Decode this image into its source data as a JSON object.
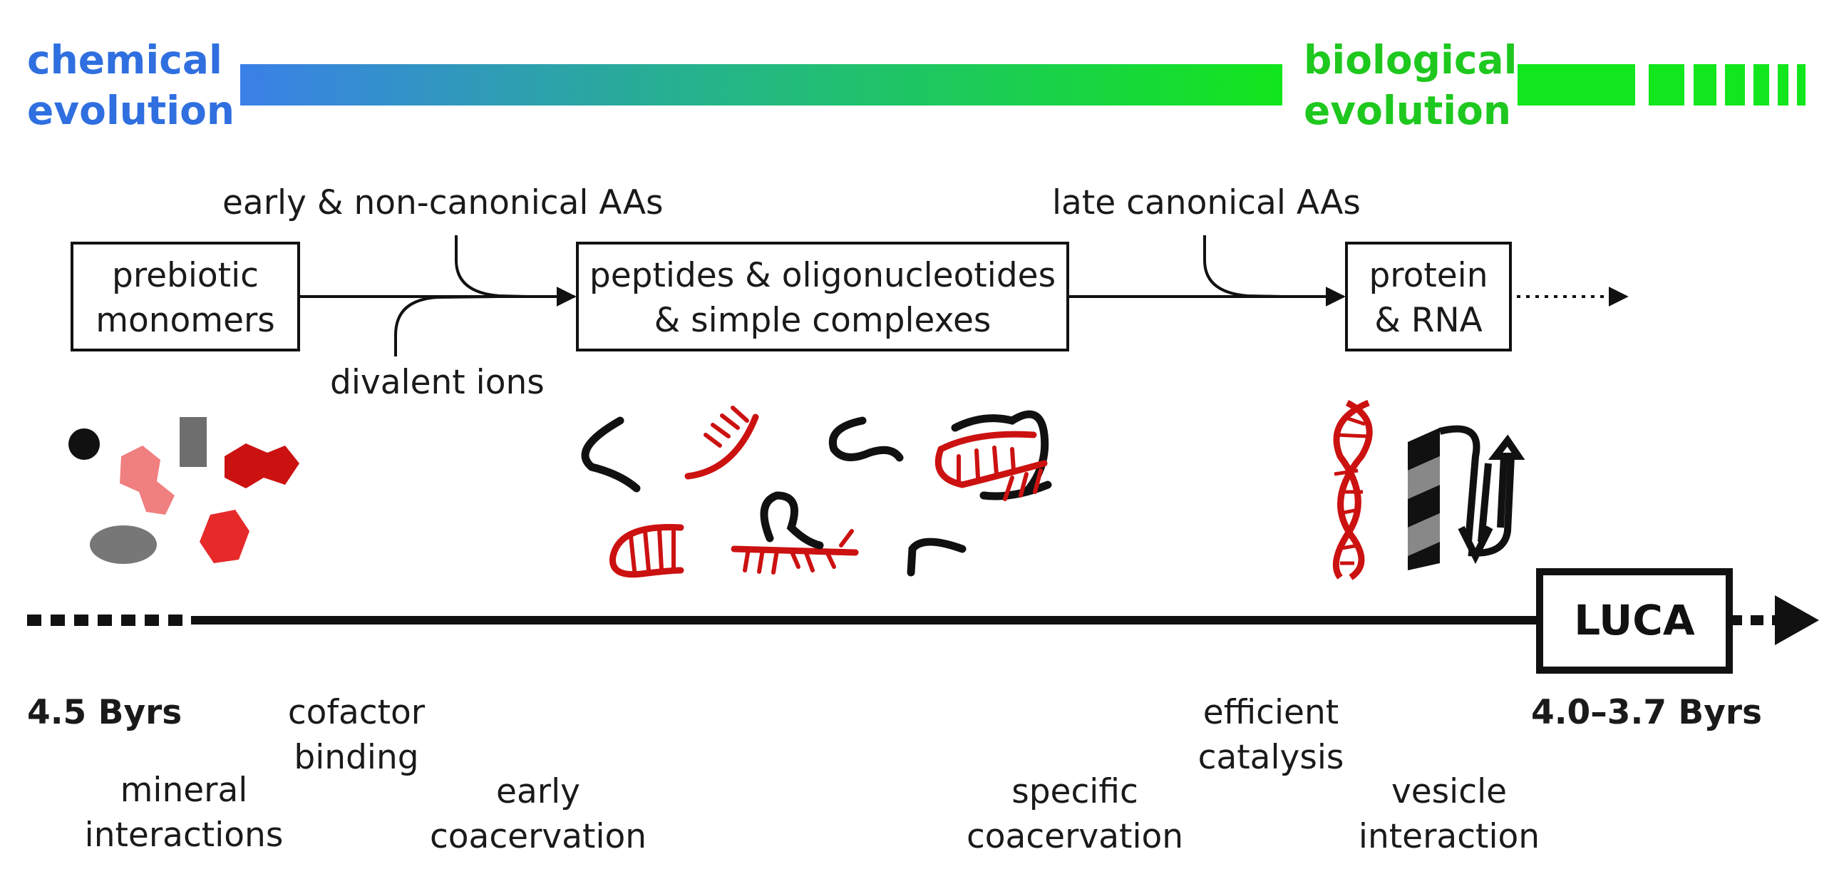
{
  "header": {
    "left_line1": "chemical",
    "left_line2": "evolution",
    "right_line1": "biological",
    "right_line2": "evolution",
    "color_chemical": "#2f7de6",
    "color_biological": "#12e61c"
  },
  "flow": {
    "box1_line1": "prebiotic",
    "box1_line2": "monomers",
    "box2_line1": "peptides & oligonucleotides",
    "box2_line2": "& simple complexes",
    "box3_line1": "protein",
    "box3_line2": "& RNA",
    "input_early": "early & non-canonical AAs",
    "input_ions": "divalent ions",
    "input_late": "late canonical AAs"
  },
  "timeline": {
    "start_label": "4.5 Byrs",
    "end_box": "LUCA",
    "end_label": "4.0–3.7 Byrs"
  },
  "milestones": {
    "m1_l1": "cofactor",
    "m1_l2": "binding",
    "m2_l1": "mineral",
    "m2_l2": "interactions",
    "m3_l1": "early",
    "m3_l2": "coacervation",
    "m4_l1": "specific",
    "m4_l2": "coacervation",
    "m5_l1": "efficient",
    "m5_l2": "catalysis",
    "m6_l1": "vesicle",
    "m6_l2": "interaction"
  },
  "colors": {
    "red": "#cc1111",
    "pink": "#f07f7f",
    "black": "#111111",
    "gray": "#777777"
  }
}
